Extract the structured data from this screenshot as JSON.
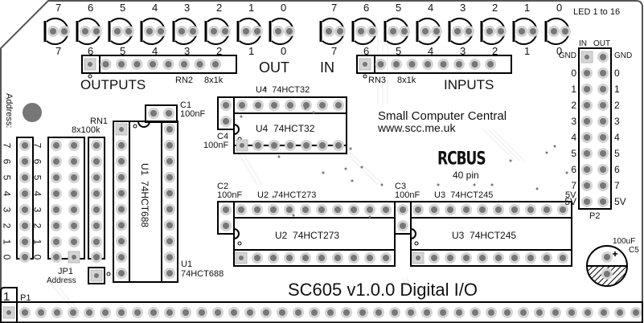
{
  "board": {
    "title": "SC605 v1.0.0 Digital I/O",
    "maker": "Small Computer Central",
    "url": "www.scc.me.uk",
    "bus_logo": "RCBUS",
    "bus_pins": "40 pin",
    "led_note": "LED 1 to 16"
  },
  "leds": {
    "bit_labels": [
      "7",
      "6",
      "5",
      "4",
      "3",
      "2",
      "1",
      "0"
    ],
    "out_label": "OUT",
    "in_label": "IN"
  },
  "outputs": {
    "label": "OUTPUTS",
    "ref": "RN2",
    "value": "8x1k"
  },
  "inputs": {
    "label": "INPUTS",
    "ref": "RN3",
    "value": "8x1k"
  },
  "address": {
    "side_label": "Address:",
    "bits": [
      "7",
      "6",
      "5",
      "4",
      "3",
      "2",
      "1",
      "0"
    ],
    "jumper_ref": "JP1",
    "jumper_label": "Address"
  },
  "rn1": {
    "ref": "RN1",
    "value": "8x100k"
  },
  "chips": {
    "u1": {
      "ref": "U1",
      "part": "74HCT688"
    },
    "u2": {
      "ref": "U2",
      "part": "74HCT273"
    },
    "u3": {
      "ref": "U3",
      "part": "74HCT245"
    },
    "u4": {
      "ref": "U4",
      "part": "74HCT32"
    }
  },
  "caps": {
    "c1": {
      "ref": "C1",
      "value": "100nF"
    },
    "c2": {
      "ref": "C2",
      "value": "100nF"
    },
    "c3": {
      "ref": "C3",
      "value": "100nF"
    },
    "c4": {
      "ref": "C4",
      "value": "100nF"
    },
    "c5": {
      "ref": "C5",
      "value": "100uF"
    }
  },
  "p2": {
    "ref": "P2",
    "col_in": "IN",
    "col_out": "OUT",
    "rows": [
      "GND",
      "0",
      "1",
      "2",
      "3",
      "4",
      "5",
      "6",
      "7",
      "5V"
    ]
  },
  "p1": {
    "ref": "P1",
    "pin1": "1"
  },
  "misc": {
    "u3_5v": "5V",
    "u3_7": "7"
  }
}
